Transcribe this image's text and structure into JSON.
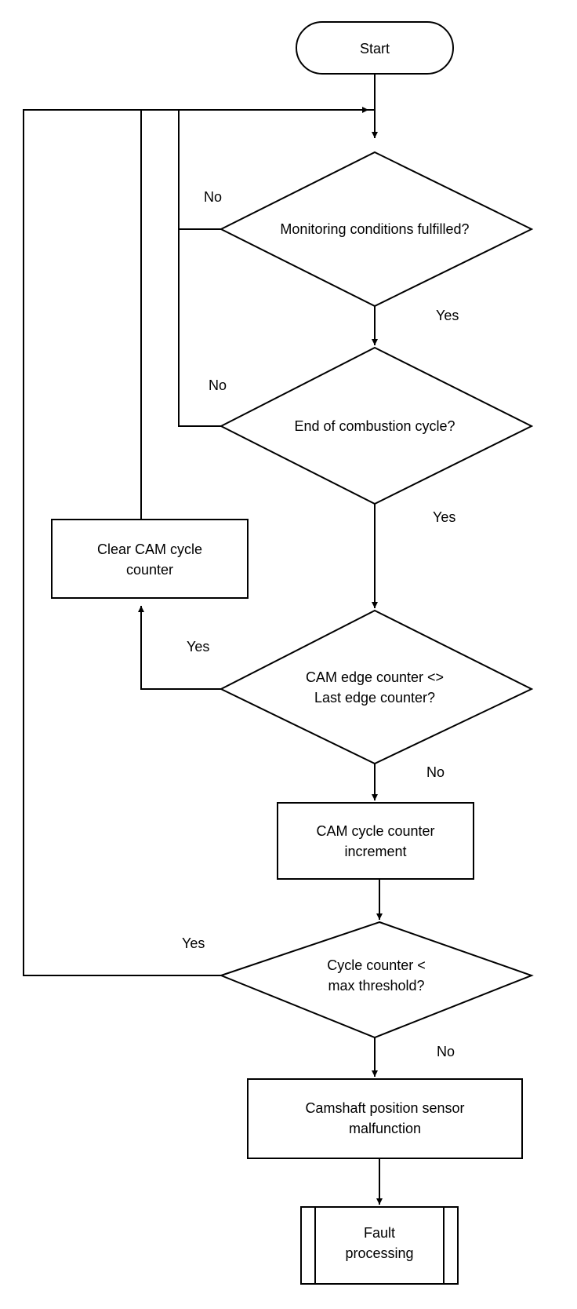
{
  "nodes": {
    "start": "Start",
    "monitoring": "Monitoring conditions fulfilled?",
    "end_cycle": "End of combustion cycle?",
    "clear_counter": [
      "Clear CAM cycle",
      "counter"
    ],
    "edge_compare": [
      "CAM edge counter <>",
      "Last edge counter?"
    ],
    "increment": [
      "CAM cycle counter",
      "increment"
    ],
    "threshold": [
      "Cycle counter <",
      "max threshold?"
    ],
    "malfunction": [
      "Camshaft position sensor",
      "malfunction"
    ],
    "fault": [
      "Fault",
      "processing"
    ]
  },
  "edge_labels": {
    "monitoring_no": "No",
    "monitoring_yes": "Yes",
    "end_cycle_no": "No",
    "end_cycle_yes": "Yes",
    "edge_compare_yes": "Yes",
    "edge_compare_no": "No",
    "threshold_yes": "Yes",
    "threshold_no": "No"
  }
}
